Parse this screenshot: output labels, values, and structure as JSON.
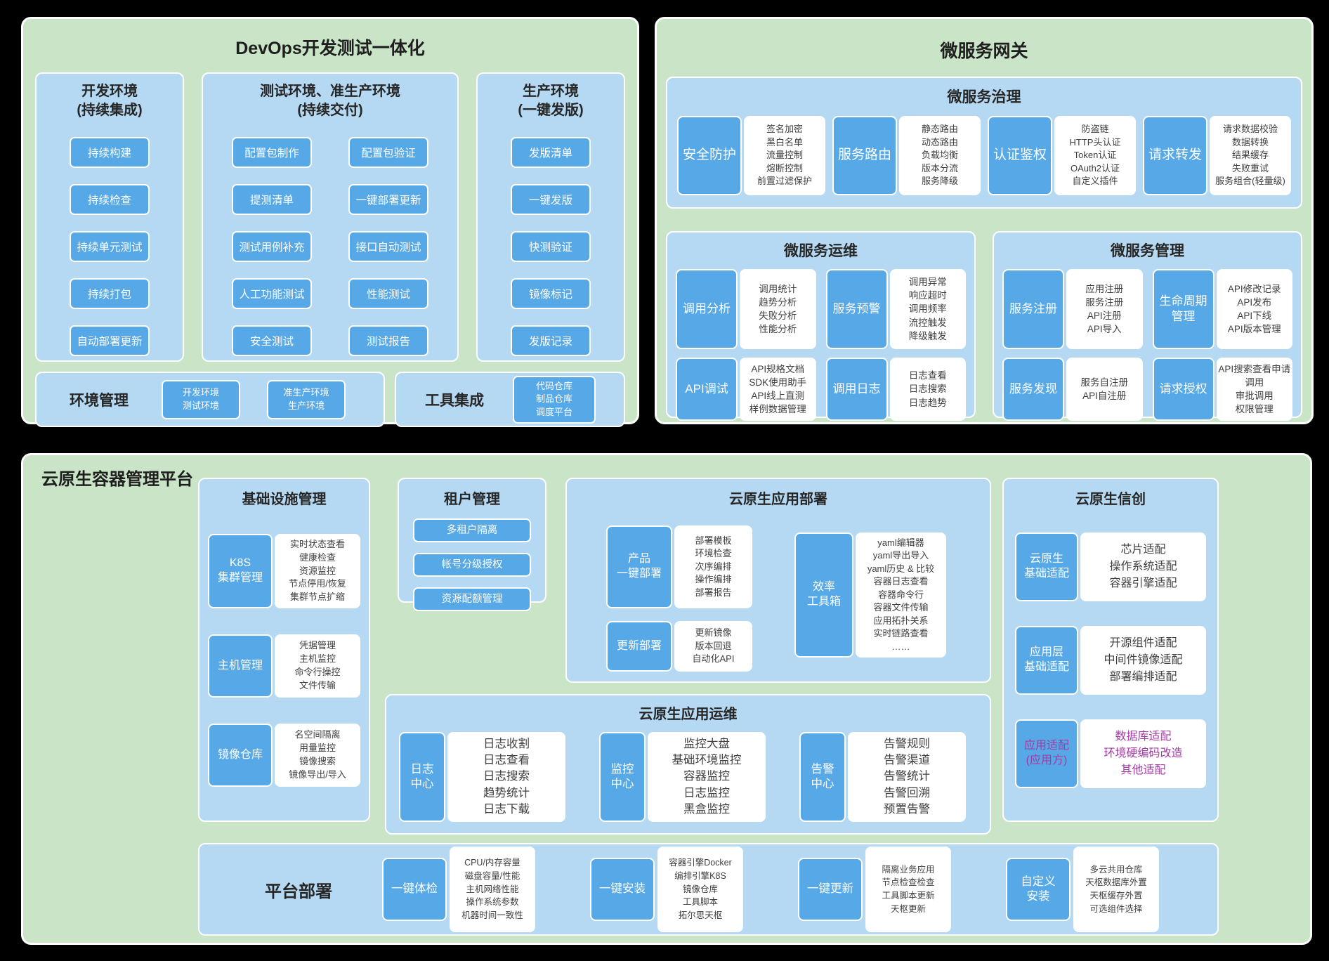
{
  "colors": {
    "background": "#000000",
    "panel_green": "#c9e4c6",
    "panel_blue": "#b6d9f3",
    "box_blue": "#57a8e7",
    "box_white": "#ffffff",
    "text_dark": "#2d2d2d",
    "accent_magenta": "#a33ba3"
  },
  "devops": {
    "title": "DevOps开发测试一体化",
    "dev": {
      "title": "开发环境",
      "subtitle": "(持续集成)",
      "items": [
        "持续构建",
        "持续检查",
        "持续单元测试",
        "持续打包",
        "自动部署更新"
      ]
    },
    "test": {
      "title": "测试环境、准生产环境",
      "subtitle": "(持续交付)",
      "left_items": [
        "配置包制作",
        "提测清单",
        "测试用例补充",
        "人工功能测试",
        "安全测试"
      ],
      "right_items": [
        "配置包验证",
        "一键部署更新",
        "接口自动测试",
        "性能测试",
        "测试报告"
      ]
    },
    "prod": {
      "title": "生产环境",
      "subtitle": "(一键发版)",
      "items": [
        "发版清单",
        "一键发版",
        "快测验证",
        "镜像标记",
        "发版记录"
      ]
    },
    "env_mgmt": {
      "title": "环境管理",
      "chips": [
        [
          "开发环境",
          "测试环境"
        ],
        [
          "准生产环境",
          "生产环境"
        ]
      ]
    },
    "tool_integration": {
      "title": "工具集成",
      "chips": [
        [
          "代码仓库",
          "制品仓库",
          "调度平台"
        ]
      ]
    }
  },
  "gateway": {
    "title": "微服务网关",
    "governance": {
      "title": "微服务治理",
      "groups": [
        {
          "label": [
            "安全防护"
          ],
          "details": [
            "签名加密",
            "黑白名单",
            "流量控制",
            "熔断控制",
            "前置过滤保护"
          ]
        },
        {
          "label": [
            "服务路由"
          ],
          "details": [
            "静态路由",
            "动态路由",
            "负载均衡",
            "版本分流",
            "服务降级"
          ]
        },
        {
          "label": [
            "认证鉴权"
          ],
          "details": [
            "防盗链",
            "HTTP头认证",
            "Token认证",
            "OAuth2认证",
            "自定义插件"
          ]
        },
        {
          "label": [
            "请求转发"
          ],
          "details": [
            "请求数据校验",
            "数据转换",
            "结果缓存",
            "失败重试",
            "服务组合(轻量级)"
          ]
        }
      ]
    },
    "operations": {
      "title": "微服务运维",
      "groups": [
        {
          "label": [
            "调用分析"
          ],
          "details": [
            "调用统计",
            "趋势分析",
            "失败分析",
            "性能分析"
          ]
        },
        {
          "label": [
            "服务预警"
          ],
          "details": [
            "调用异常",
            "响应超时",
            "调用频率",
            "流控触发",
            "降级触发"
          ]
        },
        {
          "label": [
            "API调试"
          ],
          "details": [
            "API规格文档",
            "SDK使用助手",
            "API线上直测",
            "样例数据管理"
          ]
        },
        {
          "label": [
            "调用日志"
          ],
          "details": [
            "日志查看",
            "日志搜索",
            "日志趋势"
          ]
        }
      ]
    },
    "management": {
      "title": "微服务管理",
      "groups": [
        {
          "label": [
            "服务注册"
          ],
          "details": [
            "应用注册",
            "服务注册",
            "API注册",
            "API导入"
          ]
        },
        {
          "label": [
            "生命周期",
            "管理"
          ],
          "details": [
            "API修改记录",
            "API发布",
            "API下线",
            "API版本管理"
          ]
        },
        {
          "label": [
            "服务发现"
          ],
          "details": [
            "服务自注册",
            "API自注册"
          ]
        },
        {
          "label": [
            "请求授权"
          ],
          "details": [
            "API搜索查看申请",
            "调用",
            "审批调用",
            "权限管理"
          ]
        }
      ]
    }
  },
  "cloud": {
    "title": "云原生容器管理平台",
    "infrastructure": {
      "title": "基础设施管理",
      "groups": [
        {
          "label": [
            "K8S",
            "集群管理"
          ],
          "details": [
            "实时状态查看",
            "健康检查",
            "资源监控",
            "节点停用/恢复",
            "集群节点扩缩"
          ]
        },
        {
          "label": [
            "主机管理"
          ],
          "details": [
            "凭据管理",
            "主机监控",
            "命令行操控",
            "文件传输"
          ]
        },
        {
          "label": [
            "镜像仓库"
          ],
          "details": [
            "名空间隔离",
            "用量监控",
            "镜像搜索",
            "镜像导出/导入"
          ]
        }
      ]
    },
    "tenant": {
      "title": "租户管理",
      "chips": [
        "多租户隔离",
        "帐号分级授权",
        "资源配额管理"
      ]
    },
    "deployment": {
      "title": "云原生应用部署",
      "groups": [
        {
          "label": [
            "产品",
            "一键部署"
          ],
          "details": [
            "部署模板",
            "环境检查",
            "次序编排",
            "操作编排",
            "部署报告"
          ]
        },
        {
          "label": [
            "更新部署"
          ],
          "details": [
            "更新镜像",
            "版本回退",
            "自动化API"
          ]
        },
        {
          "label": [
            "效率",
            "工具箱"
          ],
          "details": [
            "yaml编辑器",
            "yaml导出导入",
            "yaml历史 & 比较",
            "容器日志查看",
            "容器命令行",
            "容器文件传输",
            "应用拓扑关系",
            "实时链路查看",
            "……"
          ]
        }
      ]
    },
    "xinchuang": {
      "title": "云原生信创",
      "groups": [
        {
          "label": [
            "云原生",
            "基础适配"
          ],
          "details": [
            "芯片适配",
            "操作系统适配",
            "容器引擎适配"
          ]
        },
        {
          "label": [
            "应用层",
            "基础适配"
          ],
          "details": [
            "开源组件适配",
            "中间件镜像适配",
            "部署编排适配"
          ]
        },
        {
          "label": [
            "应用适配",
            "(应用方)"
          ],
          "details": [
            "数据库适配",
            "环境硬编码改造",
            "其他适配"
          ]
        }
      ]
    },
    "app_operations": {
      "title": "云原生应用运维",
      "groups": [
        {
          "label": [
            "日志",
            "中心"
          ],
          "details": [
            "日志收割",
            "日志查看",
            "日志搜索",
            "趋势统计",
            "日志下载"
          ]
        },
        {
          "label": [
            "监控",
            "中心"
          ],
          "details": [
            "监控大盘",
            "基础环境监控",
            "容器监控",
            "日志监控",
            "黑盒监控"
          ]
        },
        {
          "label": [
            "告警",
            "中心"
          ],
          "details": [
            "告警规则",
            "告警渠道",
            "告警统计",
            "告警回溯",
            "预置告警"
          ]
        }
      ]
    },
    "platform_deploy": {
      "title": "平台部署",
      "groups": [
        {
          "label": [
            "一键体检"
          ],
          "details": [
            "CPU/内存容量",
            "磁盘容量/性能",
            "主机网络性能",
            "操作系统参数",
            "机器时间一致性"
          ]
        },
        {
          "label": [
            "一键安装"
          ],
          "details": [
            "容器引擎Docker",
            "编排引擎K8S",
            "镜像仓库",
            "工具脚本",
            "拓尔思天枢"
          ]
        },
        {
          "label": [
            "一键更新"
          ],
          "details": [
            "隔离业务应用",
            "节点检查检查",
            "工具脚本更新",
            "天枢更新"
          ]
        },
        {
          "label": [
            "自定义",
            "安装"
          ],
          "details": [
            "多云共用仓库",
            "天枢数据库外置",
            "天枢缓存外置",
            "可选组件选择"
          ]
        }
      ]
    }
  }
}
